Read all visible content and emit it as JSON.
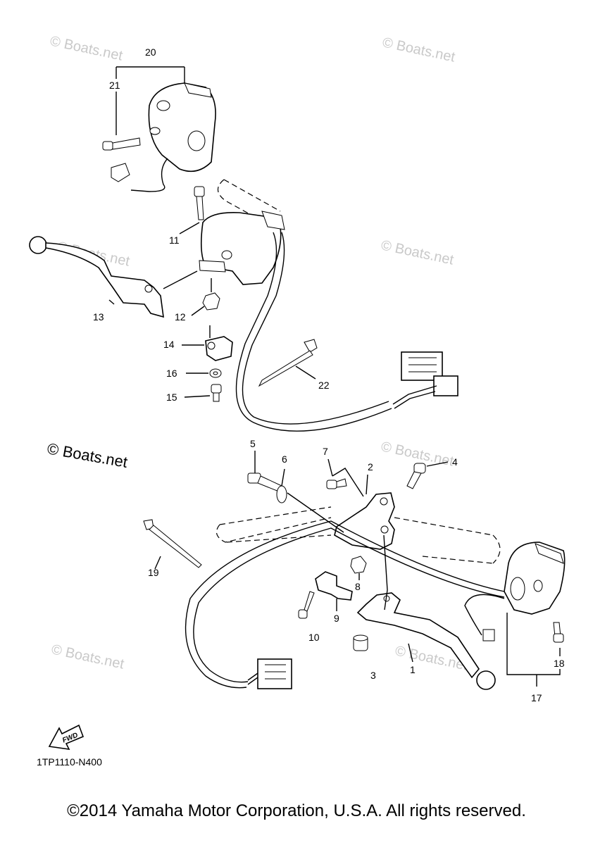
{
  "diagram": {
    "part_labels": [
      "20",
      "21",
      "11",
      "13",
      "12",
      "14",
      "16",
      "15",
      "22",
      "5",
      "6",
      "7",
      "2",
      "4",
      "19",
      "8",
      "9",
      "10",
      "3",
      "1",
      "18",
      "17"
    ],
    "watermarks": [
      "© Boats.net",
      "© Boats.net",
      "© Boats.net",
      "© Boats.net",
      "© Boats.net",
      "© Boats.net",
      "© Boats.net"
    ],
    "main_watermark": "© Boats.net",
    "fwd_label": "FWD",
    "diagram_code": "1TP1110-N400"
  },
  "footer": {
    "copyright": "©2014 Yamaha Motor Corporation, U.S.A. All rights reserved."
  }
}
